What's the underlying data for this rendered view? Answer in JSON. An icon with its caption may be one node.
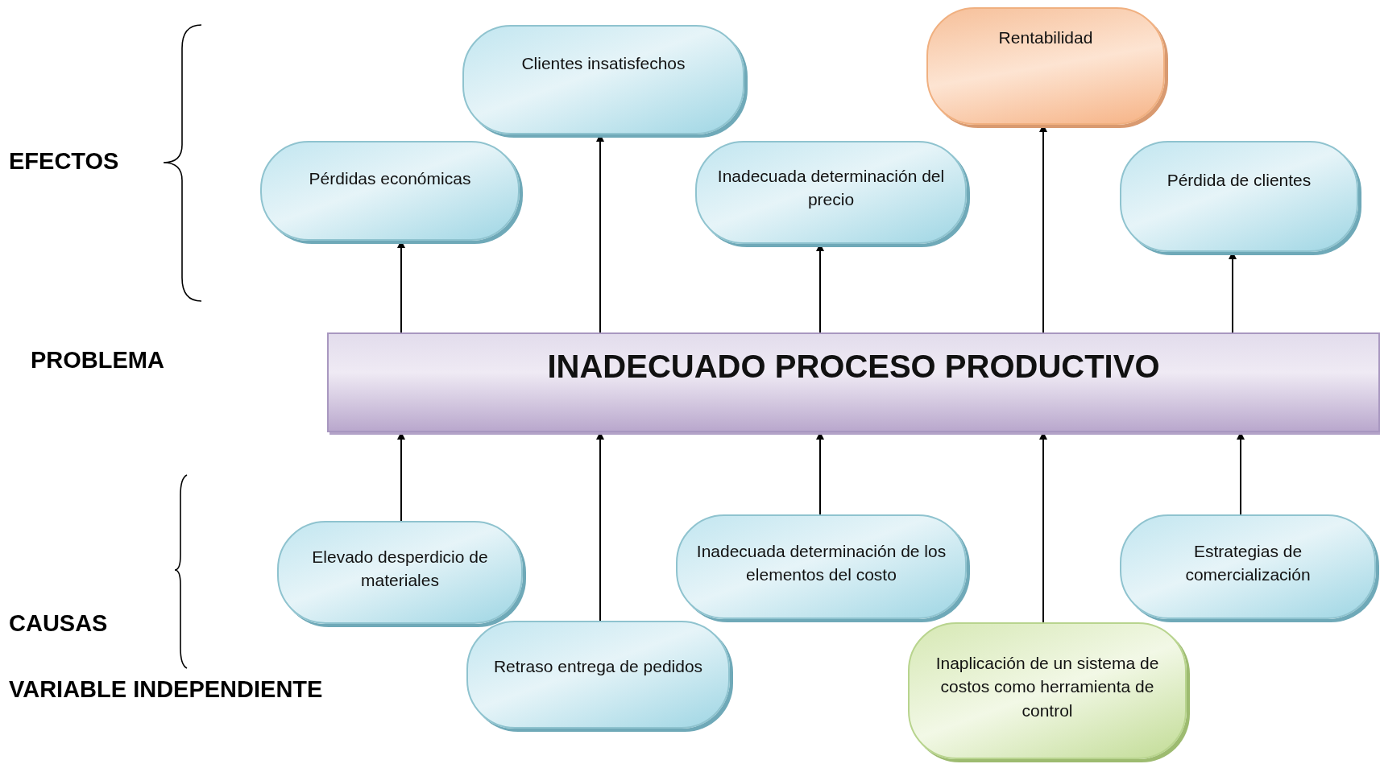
{
  "diagram": {
    "nodes": [
      {
        "text": [
          "Clientes insatisfechos"
        ]
      },
      {
        "text": [
          "Rentabilidad"
        ]
      },
      {
        "text": [
          "Pérdidas económicas"
        ]
      },
      {
        "text": [
          "Inadecuada determinación del precio"
        ]
      },
      {
        "text": [
          "Pérdida de clientes"
        ]
      },
      {
        "text": [
          "INADECUADO PROCESO PRODUCTIVO"
        ]
      },
      {
        "text": [
          "Elevado desperdicio de materiales"
        ]
      },
      {
        "text": [
          "Inadecuada determinación de los elementos del costo"
        ]
      },
      {
        "text": [
          "Estrategias de comercialización"
        ]
      },
      {
        "text": [
          "Retraso entrega de pedidos"
        ]
      },
      {
        "text": [
          "Inaplicación de un sistema de costos como herramienta de control"
        ]
      }
    ],
    "edges": [
      {
        "from": 5,
        "to": 2,
        "arrow": "to"
      },
      {
        "from": 5,
        "to": 0,
        "arrow": "to"
      },
      {
        "from": 5,
        "to": 3,
        "arrow": "to"
      },
      {
        "from": 5,
        "to": 1,
        "arrow": "to"
      },
      {
        "from": 5,
        "to": 4,
        "arrow": "to"
      },
      {
        "from": 6,
        "to": 5,
        "arrow": "to"
      },
      {
        "from": 9,
        "to": 5,
        "arrow": "to"
      },
      {
        "from": 7,
        "to": 5,
        "arrow": "to"
      },
      {
        "from": 10,
        "to": 5,
        "arrow": "to"
      },
      {
        "from": 8,
        "to": 5,
        "arrow": "to"
      }
    ],
    "labels": [
      "EFECTOS",
      "PROBLEMA",
      "CAUSAS",
      "VARIABLE INDEPENDIENTE"
    ]
  }
}
